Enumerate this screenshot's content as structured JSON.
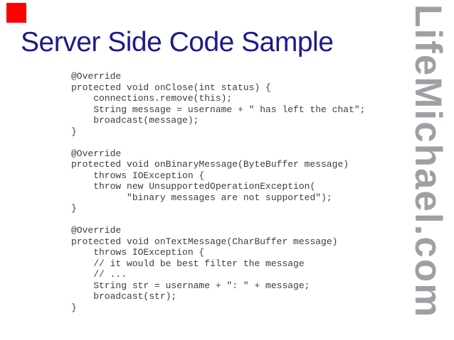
{
  "slide": {
    "title": "Server Side Code Sample",
    "watermark": "LifeMichael.com",
    "code_lines": [
      "@Override",
      "protected void onClose(int status) {",
      "    connections.remove(this);",
      "    String message = username + \" has left the chat\";",
      "    broadcast(message);",
      "}",
      "",
      "@Override",
      "protected void onBinaryMessage(ByteBuffer message)",
      "    throws IOException {",
      "    throw new UnsupportedOperationException(",
      "          \"binary messages are not supported\");",
      "}",
      "",
      "@Override",
      "protected void onTextMessage(CharBuffer message)",
      "    throws IOException {",
      "    // it would be best filter the message",
      "    // ...",
      "    String str = username + \": \" + message;",
      "    broadcast(str);",
      "}"
    ]
  },
  "colors": {
    "background": "#ffffff",
    "title": "#1b1b8e",
    "code": "#3c3c3c",
    "watermark": "#9ea0a3",
    "logo": "#fe0000"
  }
}
